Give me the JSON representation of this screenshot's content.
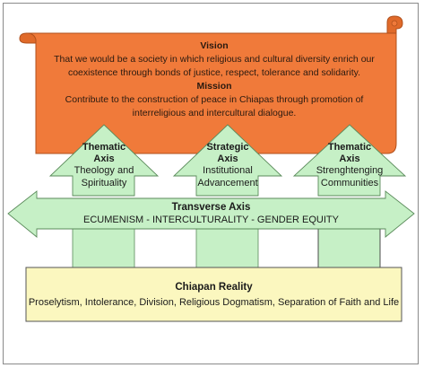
{
  "vision": {
    "title": "Vision",
    "text": "That we would be a society in which religious and cultural diversity enrich our coexistence through bonds of justice, respect, tolerance and solidarity."
  },
  "mission": {
    "title": "Mission",
    "text": "Contribute to the construction of peace in Chiapas through promotion of interreligious and intercultural dialogue."
  },
  "axes": [
    {
      "type": "Thematic",
      "axis_word": "Axis",
      "description": "Theology and Spirituality"
    },
    {
      "type": "Strategic",
      "axis_word": "Axis",
      "description": "Institutional Advancement"
    },
    {
      "type": "Thematic",
      "axis_word": "Axis",
      "description": "Strenghtenging Communities"
    }
  ],
  "transverse": {
    "title": "Transverse Axis",
    "text": "ECUMENISM - INTERCULTURALITY - GENDER EQUITY"
  },
  "reality": {
    "title": "Chiapan Reality",
    "text": "Proselytism, Intolerance, Division, Religious Dogmatism, Separation of Faith and Life"
  },
  "colors": {
    "banner_fill": "#f07a3a",
    "banner_stroke": "#b0501c",
    "arrow_fill": "#c6f0c6",
    "arrow_stroke": "#5a8a5a",
    "reality_fill": "#fbf7bf",
    "reality_stroke": "#555555"
  }
}
